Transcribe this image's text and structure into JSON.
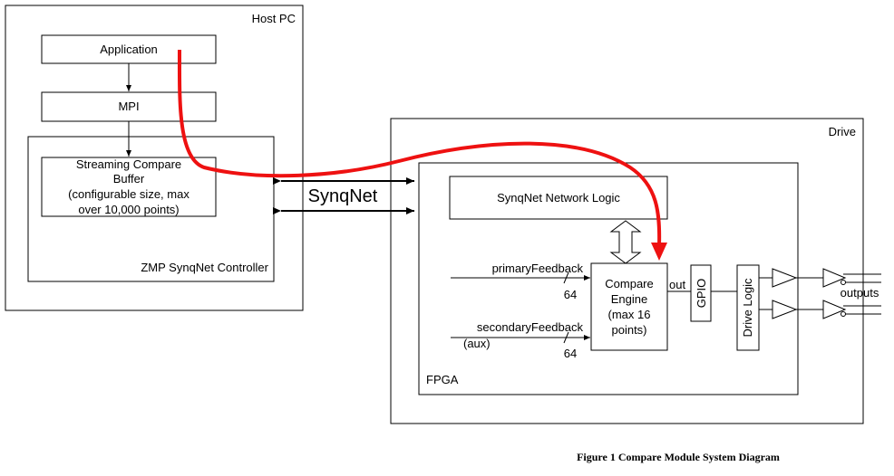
{
  "diagram": {
    "host_pc": "Host PC",
    "application": "Application",
    "mpi": "MPI",
    "buffer_lines": [
      "Streaming Compare",
      "Buffer",
      "(configurable size, max",
      "over 10,000 points)"
    ],
    "controller": "ZMP SynqNet Controller",
    "synqnet": "SynqNet",
    "drive": "Drive",
    "network_logic": "SynqNet Network Logic",
    "compare_lines": [
      "Compare",
      "Engine",
      "(max 16",
      "points)"
    ],
    "primary_feedback": "primaryFeedback",
    "secondary_feedback": "secondaryFeedback",
    "aux": "(aux)",
    "bus_width_1": "64",
    "bus_width_2": "64",
    "out": "out",
    "gpio": "GPIO",
    "drive_logic": "Drive Logic",
    "outputs": "outputs",
    "fpga": "FPGA"
  },
  "caption": "Figure 1 Compare Module System Diagram",
  "colors": {
    "flow_arrow": "#ee1111",
    "stroke": "#000000",
    "background": "#ffffff"
  }
}
